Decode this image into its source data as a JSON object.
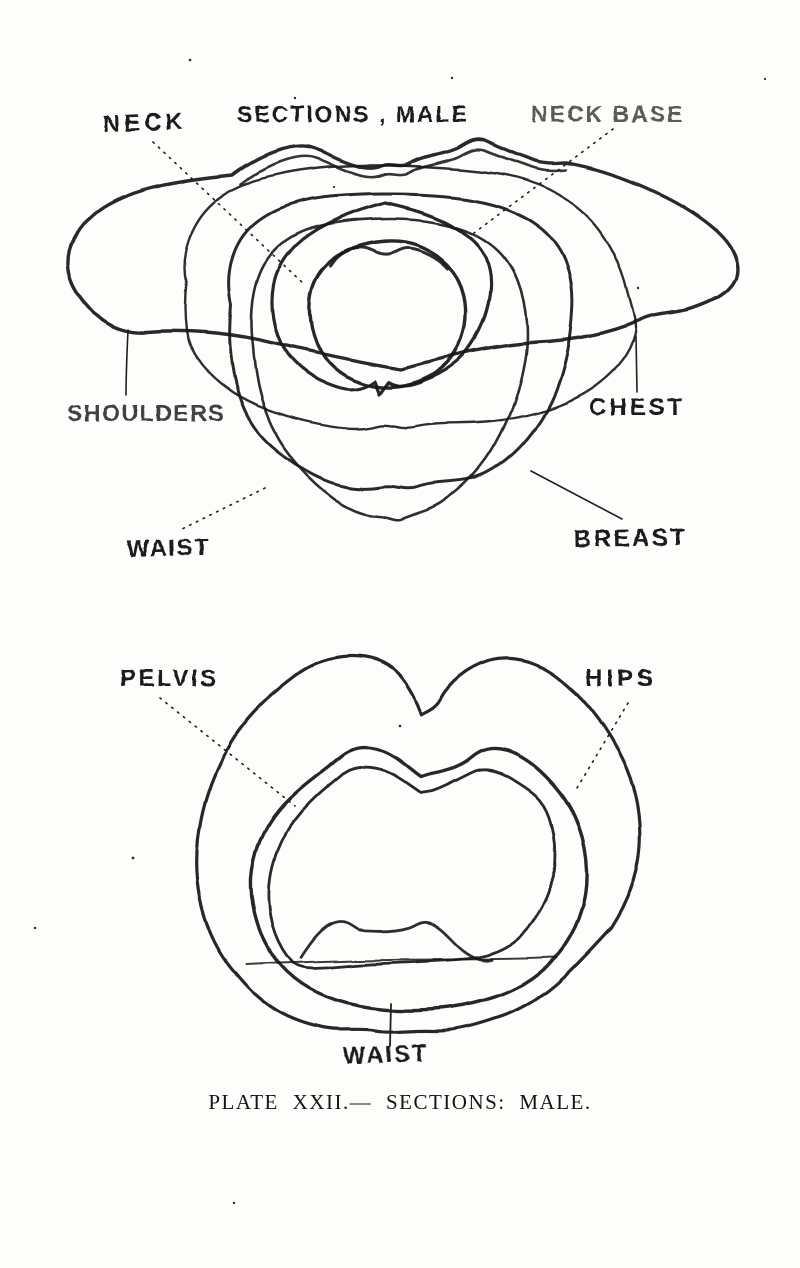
{
  "page": {
    "background": "#fdfdfc",
    "ink_color": "#1a1a1a",
    "kind": "scanned plate of superimposed body cross-sections"
  },
  "figure_top": {
    "title": "SECTIONS , MALE",
    "labels": {
      "neck": "NECK",
      "neck_base": "NECK BASE",
      "shoulders": "SHOULDERS",
      "chest": "CHEST",
      "waist": "WAIST",
      "breast": "BREAST"
    }
  },
  "figure_bottom": {
    "labels": {
      "pelvis": "PELVIS",
      "hips": "HIPS",
      "waist": "WAIST"
    }
  },
  "caption": "PLATE XXII.— SECTIONS: MALE."
}
